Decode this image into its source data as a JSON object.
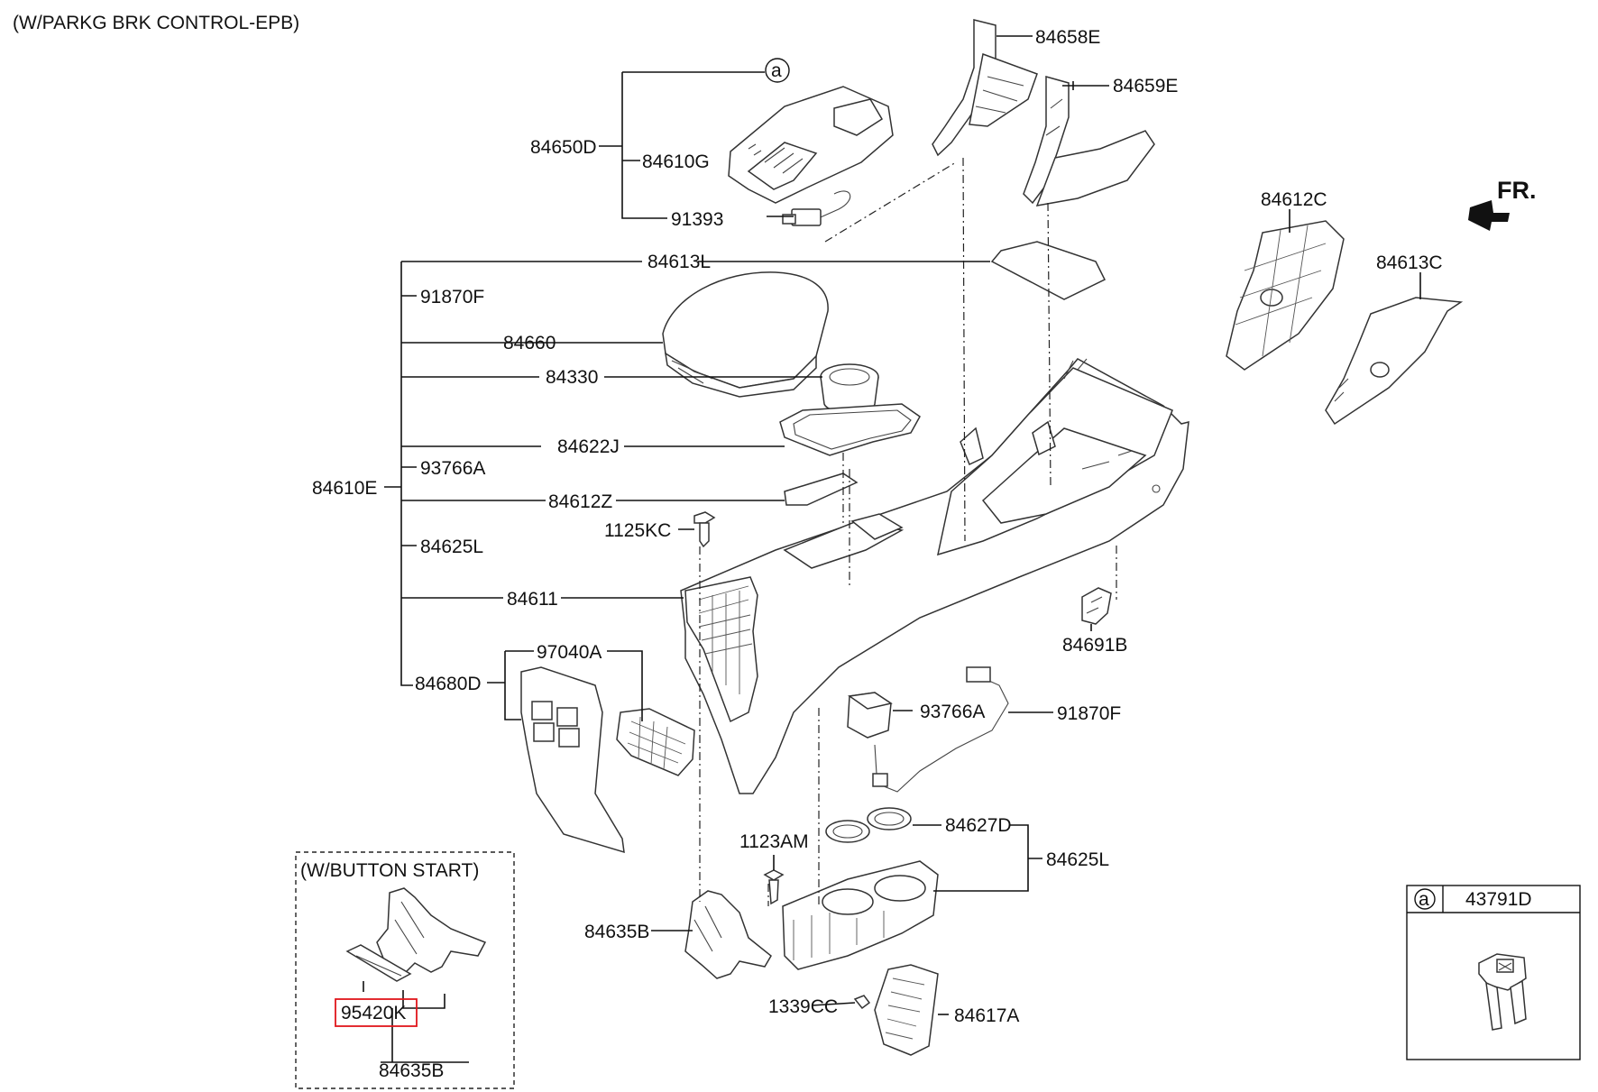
{
  "header": {
    "title": "(W/PARKG BRK CONTROL-EPB)"
  },
  "orientation": {
    "label": "FR."
  },
  "callout": {
    "symbol": "a",
    "detail_part": "43791D"
  },
  "inset": {
    "title": "(W/BUTTON START)",
    "highlight_color": "#e0161b"
  },
  "labels": {
    "p84658E": "84658E",
    "p84659E": "84659E",
    "p84650D": "84650D",
    "p84610G": "84610G",
    "p91393": "91393",
    "p84613L": "84613L",
    "p91870F_a": "91870F",
    "p84660": "84660",
    "p84330": "84330",
    "p84622J": "84622J",
    "p93766A_a": "93766A",
    "p84610E": "84610E",
    "p84612Z": "84612Z",
    "p1125KC": "1125KC",
    "p84625L_a": "84625L",
    "p84611": "84611",
    "p97040A": "97040A",
    "p84680D": "84680D",
    "p84612C": "84612C",
    "p84613C": "84613C",
    "p84691B": "84691B",
    "p93766A_b": "93766A",
    "p91870F_b": "91870F",
    "p84627D": "84627D",
    "p84625L_b": "84625L",
    "p1123AM": "1123AM",
    "p84635B_a": "84635B",
    "p1339CC": "1339CC",
    "p84617A": "84617A",
    "p95420K": "95420K",
    "p84635B_b": "84635B"
  }
}
